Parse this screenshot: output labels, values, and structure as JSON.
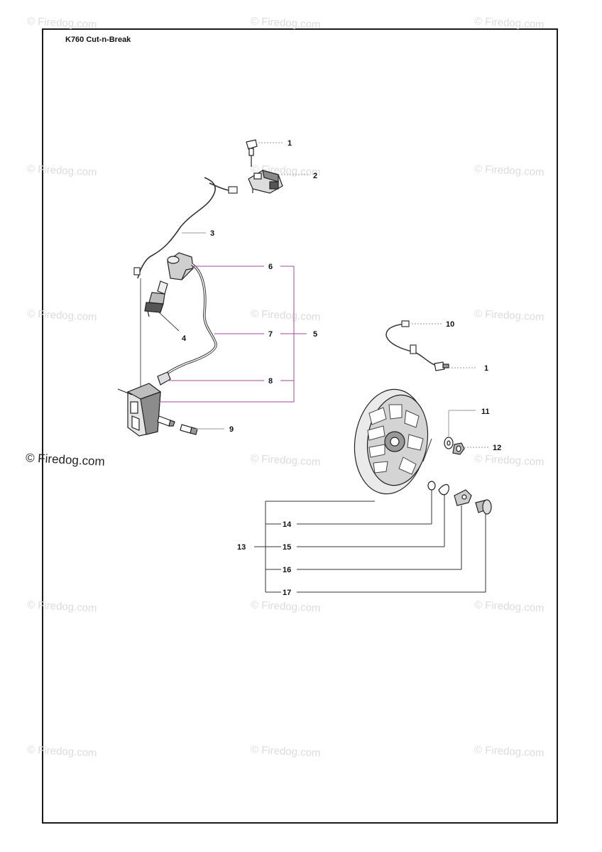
{
  "title": "K760 Cut-n-Break",
  "watermark": "© Firedog.com",
  "callouts": {
    "c1a": "1",
    "c2": "2",
    "c3": "3",
    "c4": "4",
    "c5": "5",
    "c6": "6",
    "c7": "7",
    "c8": "8",
    "c9": "9",
    "c10": "10",
    "c1b": "1",
    "c11": "11",
    "c12": "12",
    "c13": "13",
    "c14": "14",
    "c15": "15",
    "c16": "16",
    "c17": "17"
  },
  "colors": {
    "leader_gray": "#9a9a9a",
    "leader_purple": "#a04a9a",
    "line": "#222222"
  }
}
